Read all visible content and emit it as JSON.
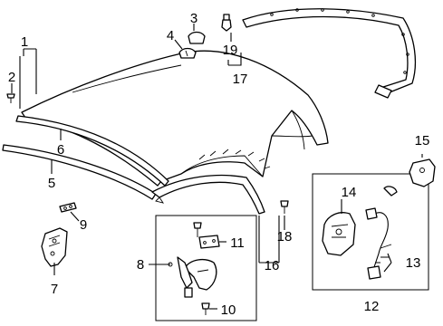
{
  "callouts": [
    "1",
    "2",
    "3",
    "4",
    "5",
    "6",
    "7",
    "8",
    "9",
    "10",
    "11",
    "12",
    "13",
    "14",
    "15",
    "16",
    "17",
    "18",
    "19"
  ]
}
